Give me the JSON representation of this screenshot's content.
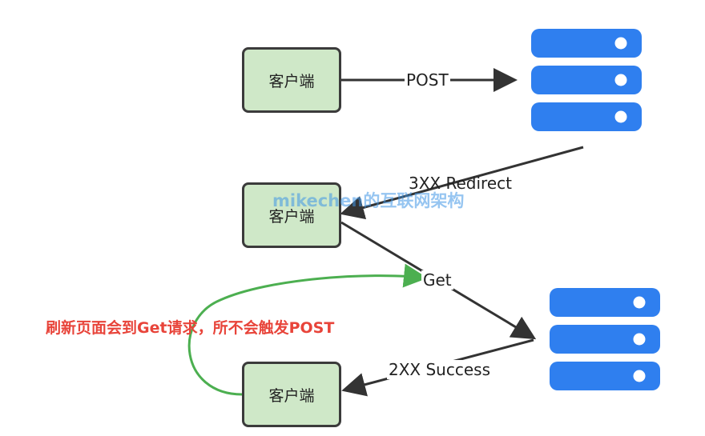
{
  "nodes": {
    "client_top": "客户端",
    "client_mid": "客户端",
    "client_bottom": "客户端"
  },
  "edges": {
    "post": "POST",
    "redirect": "3XX Redirect",
    "get": "Get",
    "success": "2XX Success"
  },
  "note": "刷新页面会到Get请求，所不会触发POST",
  "watermark": "mikechen的互联网架构",
  "colors": {
    "client_fill": "#cfe8c8",
    "server_fill": "#2f7fef",
    "arrow": "#333333",
    "refresh_arrow": "#4caf50",
    "note_text": "#e8443a",
    "watermark": "#4096e6"
  },
  "icons": {
    "server": "server-stack-icon"
  }
}
